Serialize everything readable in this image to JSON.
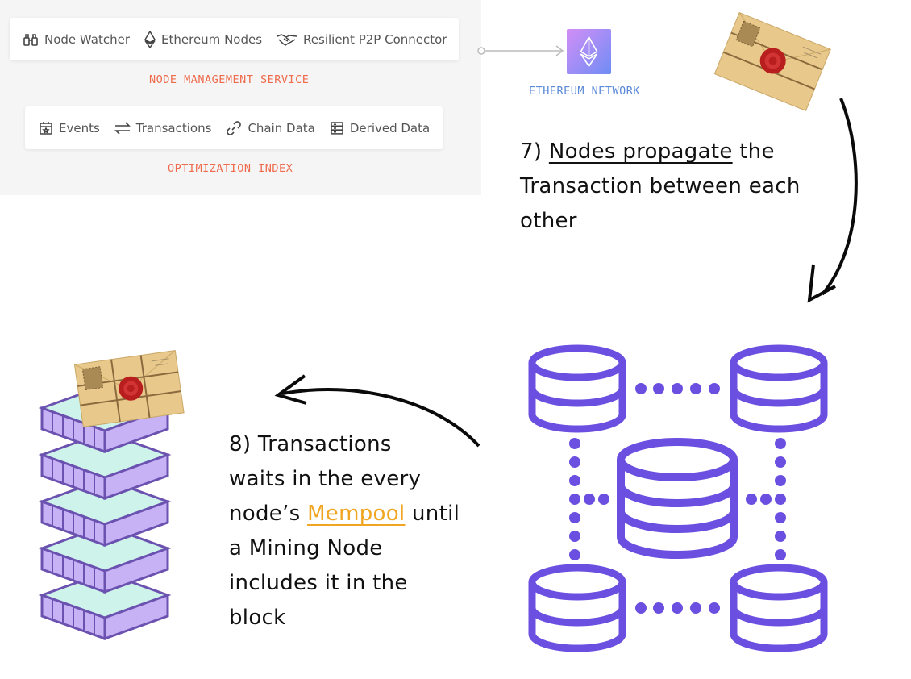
{
  "node_management": {
    "items": [
      {
        "label": "Node Watcher",
        "icon": "binoculars-icon"
      },
      {
        "label": "Ethereum Nodes",
        "icon": "ethereum-icon"
      },
      {
        "label": "Resilient P2P Connector",
        "icon": "handshake-icon"
      }
    ],
    "caption": "NODE MANAGEMENT SERVICE"
  },
  "optimization_index": {
    "items": [
      {
        "label": "Events",
        "icon": "calendar-icon"
      },
      {
        "label": "Transactions",
        "icon": "swap-arrows-icon"
      },
      {
        "label": "Chain Data",
        "icon": "chain-link-icon"
      },
      {
        "label": "Derived Data",
        "icon": "storage-icon"
      }
    ],
    "caption": "OPTIMIZATION INDEX"
  },
  "network": {
    "caption": "ETHEREUM NETWORK",
    "icon": "ethereum-icon"
  },
  "step7": {
    "prefix": "7) ",
    "highlight": "Nodes propagate",
    "rest_line1": " the",
    "line2": "Transaction between each",
    "line3": "other"
  },
  "step8": {
    "line1": "8) Transactions",
    "line2": "waits in the every",
    "line3_prefix": "node’s ",
    "line3_link": "Mempool",
    "line3_suffix": " until",
    "line4": "a Mining Node",
    "line5": "includes it in the",
    "line6": "block"
  },
  "colors": {
    "accent_orange": "#ef6b4d",
    "network_blue": "#5b8ad8",
    "db_purple": "#6b4fe0",
    "block_purple": "#c7b2f5",
    "block_mint": "#cdf3ea",
    "envelope": "#e9c88b",
    "seal_red": "#b81e1e",
    "mempool_link": "#f0a623"
  }
}
